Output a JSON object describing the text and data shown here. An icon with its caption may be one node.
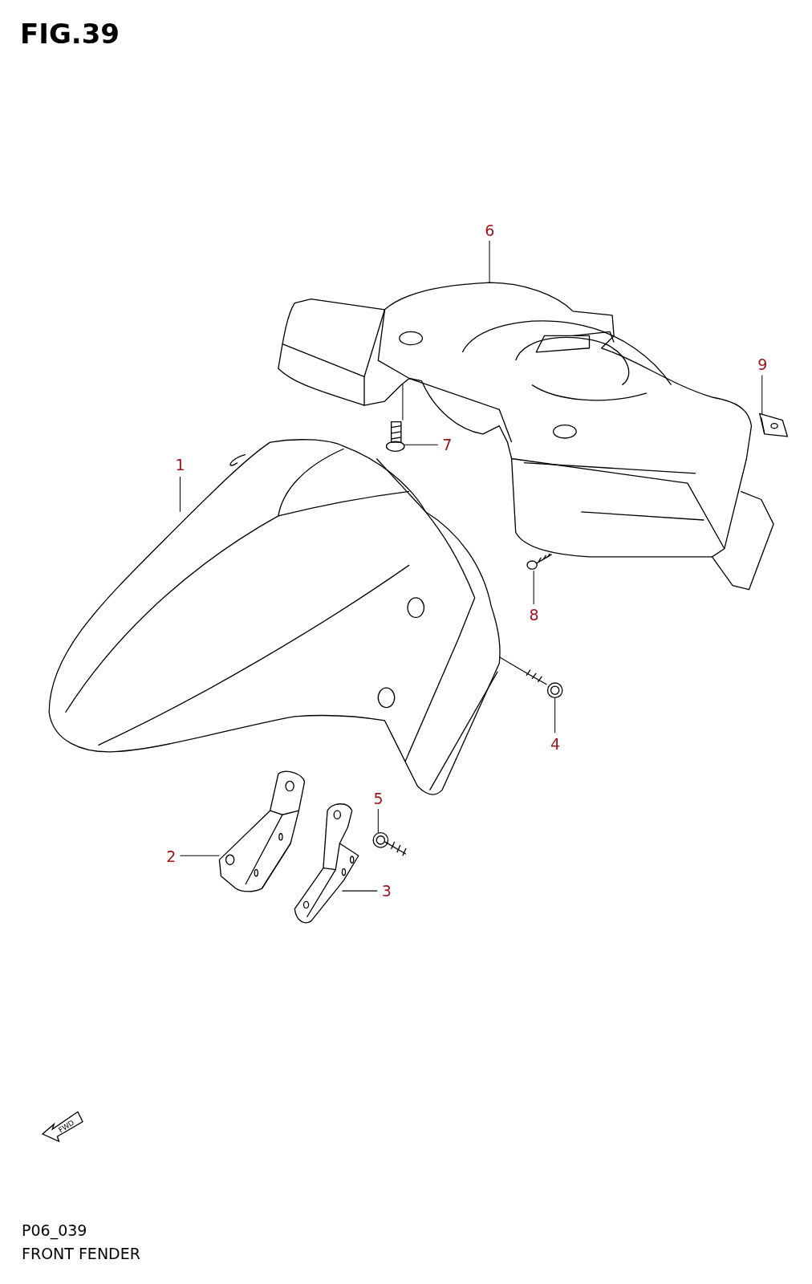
{
  "diagram": {
    "title": "FIG.39",
    "nodes": [
      {
        "text": [
          "1"
        ]
      },
      {
        "text": [
          "2"
        ]
      },
      {
        "text": [
          "3"
        ]
      },
      {
        "text": [
          "4"
        ]
      },
      {
        "text": [
          "5"
        ]
      },
      {
        "text": [
          "6"
        ]
      },
      {
        "text": [
          "7"
        ]
      },
      {
        "text": [
          "8"
        ]
      },
      {
        "text": [
          "9"
        ]
      },
      {
        "text": [],
        "shape": "picture"
      },
      {
        "text": [],
        "shape": "picture"
      },
      {
        "text": [],
        "shape": "picture"
      },
      {
        "text": [],
        "shape": "picture"
      },
      {
        "text": [],
        "shape": "picture"
      },
      {
        "text": [],
        "shape": "picture"
      },
      {
        "text": [],
        "shape": "picture"
      },
      {
        "text": [],
        "shape": "picture"
      },
      {
        "text": [],
        "shape": "picture"
      }
    ],
    "edges": [
      {
        "from": 0,
        "to": 9,
        "arrow": "none"
      },
      {
        "from": 1,
        "to": 10,
        "arrow": "none"
      },
      {
        "from": 2,
        "to": 11,
        "arrow": "none"
      },
      {
        "from": 3,
        "to": 12,
        "arrow": "none"
      },
      {
        "from": 4,
        "to": 13,
        "arrow": "none"
      },
      {
        "from": 5,
        "to": 14,
        "arrow": "none"
      },
      {
        "from": 6,
        "to": 15,
        "arrow": "none"
      },
      {
        "from": 7,
        "to": 16,
        "arrow": "none"
      },
      {
        "from": 8,
        "to": 17,
        "arrow": "none"
      },
      {
        "from": 12,
        "to": 9,
        "arrow": "none"
      },
      {
        "from": 15,
        "to": 14,
        "arrow": "none"
      }
    ],
    "labels": [
      "FWD",
      "P06_039",
      "FRONT FENDER"
    ]
  }
}
